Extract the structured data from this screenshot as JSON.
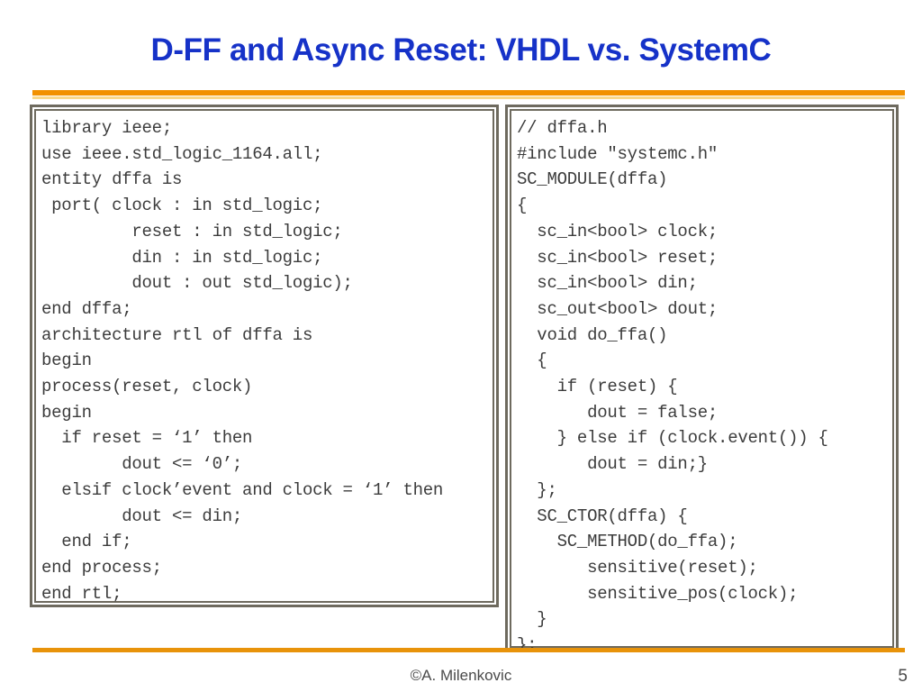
{
  "slide": {
    "title": "D-FF and Async Reset: VHDL vs. SystemC",
    "title_color": "#1632c8",
    "accent_color": "#f29100",
    "accent_color_light": "#f9d88a",
    "background": "#ffffff"
  },
  "vhdl_panel": {
    "language": "VHDL",
    "lines": [
      "library ieee;",
      "use ieee.std_logic_1164.all;",
      "entity dffa is",
      " port( clock : in std_logic;",
      "         reset : in std_logic;",
      "         din : in std_logic;",
      "         dout : out std_logic);",
      "end dffa;",
      "architecture rtl of dffa is",
      "begin",
      "process(reset, clock)",
      "begin",
      "  if reset = ‘1’ then",
      "        dout <= ‘0’;",
      "  elsif clock’event and clock = ‘1’ then",
      "        dout <= din;",
      "  end if;",
      "end process;",
      "end rtl;"
    ]
  },
  "systemc_panel": {
    "language": "SystemC",
    "lines": [
      "// dffa.h",
      "#include \"systemc.h\"",
      "SC_MODULE(dffa)",
      "{",
      "  sc_in<bool> clock;",
      "  sc_in<bool> reset;",
      "  sc_in<bool> din;",
      "  sc_out<bool> dout;",
      "  void do_ffa()",
      "  {",
      "    if (reset) {",
      "       dout = false;",
      "    } else if (clock.event()) {",
      "       dout = din;}",
      "  };",
      "  SC_CTOR(dffa) {",
      "    SC_METHOD(do_ffa);",
      "       sensitive(reset);",
      "       sensitive_pos(clock);",
      "  }",
      "};"
    ]
  },
  "footer": {
    "author": "©A. Milenkovic",
    "page_number": "5"
  }
}
